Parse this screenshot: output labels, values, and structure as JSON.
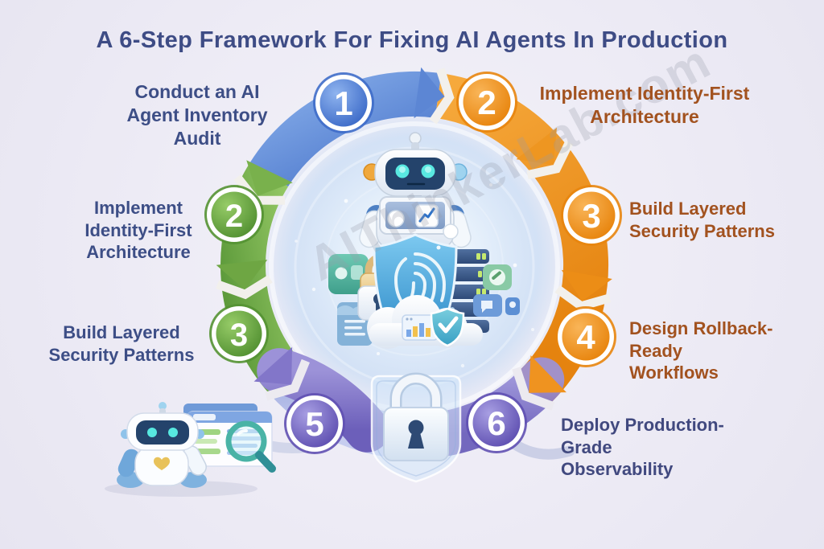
{
  "title": "A 6-Step Framework For Fixing AI Agents In Production",
  "watermark": "AIThinkerLab.com",
  "palette": {
    "background": "#edebf5",
    "title_text": "#3e4c85",
    "left_label_text": "#3d4e86",
    "right_label_text": "#a2521f",
    "segment_blue": "#5f8cd8",
    "segment_orange": "#f0921d",
    "segment_green": "#7ab34d",
    "segment_purple": "#8579cb",
    "ribbon_pale": "#b2bce6"
  },
  "steps": {
    "top": {
      "number": "1",
      "label": "Conduct an AI\nAgent Inventory\nAudit"
    },
    "right": [
      {
        "number": "2",
        "label": "Implement Identity-First\nArchitecture"
      },
      {
        "number": "3",
        "label": "Build Layered\nSecurity Patterns"
      },
      {
        "number": "4",
        "label": "Design Rollback-Ready\nWorkflows"
      }
    ],
    "left": [
      {
        "number": "2",
        "label": "Implement\nIdentity-First\nArchitecture"
      },
      {
        "number": "3",
        "label": "Build Layered\nSecurity Patterns"
      }
    ],
    "bottom": [
      {
        "number": "5",
        "label": ""
      },
      {
        "number": "6",
        "label": "Deploy Production-Grade\nObservability"
      }
    ]
  },
  "icons": {
    "center": [
      "robot",
      "fingerprint-shield",
      "gold-padlock",
      "white-padlock",
      "server-rack",
      "camera-device",
      "document",
      "cloud-check",
      "folder-pencil",
      "chat-tiles"
    ],
    "bottom_center": [
      "padlock-on-glass-shield"
    ],
    "bottom_left": [
      "mini-robot",
      "browser-window",
      "magnifier"
    ]
  }
}
